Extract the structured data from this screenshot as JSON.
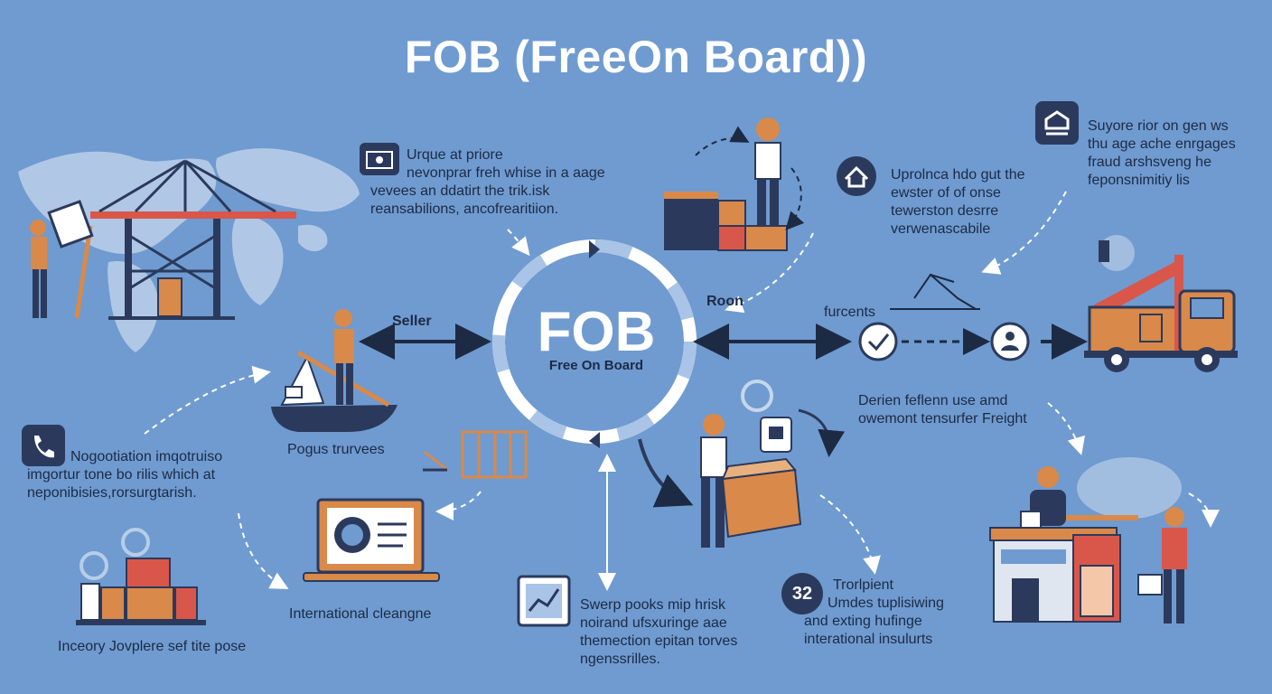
{
  "title": "FOB (FreeOn Board))",
  "center": {
    "big": "FOB",
    "small": "Free On Board"
  },
  "labels": {
    "seller": "Seller",
    "roon": "Roon",
    "furcents": "furcents",
    "pogus": "Pogus trurvees",
    "intl_clearance": "International cleangne",
    "inventory": "Inceory Jovplere sef tite pose"
  },
  "top_note": [
    "Urque at priore",
    "nevonprar freh whise in a aage",
    "vevees an ddatirt the trik.isk",
    "reansabilions, ancofrearitiion."
  ],
  "right_note": [
    "Uprolnca hdo gut the",
    "ewster of of onse",
    "tewerston desrre",
    "verwenascabile"
  ],
  "top_right_note": [
    "Suyore rior on gen ws",
    "thu age ache enrgages",
    "fraud arshsveng he",
    "feponsnimitiy lis"
  ],
  "left_note": [
    "Nogootiation imqotruiso",
    "imgortur tone bo rilis which at",
    "neponibisies,rorsurgtarish."
  ],
  "freight_note": [
    "Derien feflenn use amd",
    "owemont tensurfer Freight"
  ],
  "bottom_center_note": [
    "Swerp pooks mip hrisk",
    "noirand ufsxuringe aae",
    "themection epitan torves",
    "ngenssrilles."
  ],
  "bottom_right_note": {
    "badge": "32",
    "lines": [
      "Trorlpient",
      "Umdes tuplisiwing",
      "and exting hufinge",
      "interational insulurts"
    ]
  },
  "colors": {
    "background": "#6f9bd0",
    "navy": "#2b3a5c",
    "orange": "#d9894a",
    "red": "#d9574a",
    "white": "#ffffff"
  },
  "icons": [
    "world-map",
    "crane-icon",
    "worker-icon",
    "box-stack-icon",
    "boat-icon",
    "truck-icon",
    "laptop-icon",
    "phone-icon",
    "home-icon",
    "user-icon",
    "check-icon",
    "chart-icon",
    "building-icon",
    "photo-id-icon"
  ]
}
